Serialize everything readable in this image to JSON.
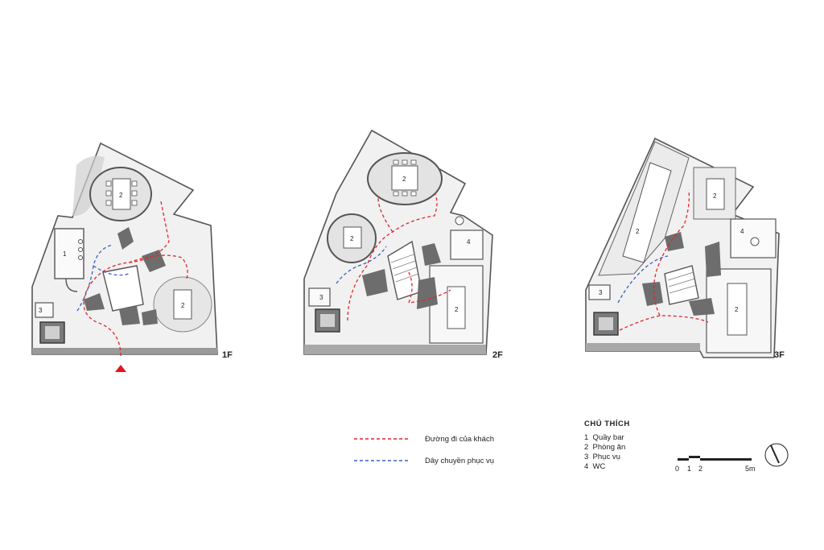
{
  "floors": [
    {
      "label": "1F"
    },
    {
      "label": "2F"
    },
    {
      "label": "3F"
    }
  ],
  "room_numbers": {
    "bar": "1",
    "dining": "2",
    "service": "3",
    "wc": "4"
  },
  "route_legend": {
    "guest_path": "Đường đi của khách",
    "service_line": "Dây chuyền phục vụ",
    "colors": {
      "guest_path": "#e0272b",
      "service_line": "#3b5fc0"
    }
  },
  "key": {
    "title": "CHÚ THÍCH",
    "items": [
      "1  Quầy bar",
      "2  Phòng ăn",
      "3  Phục vụ",
      "4  WC"
    ]
  },
  "scale_bar": {
    "ticks": [
      "0",
      "1",
      "2",
      "5m"
    ]
  },
  "icons": {
    "entrance": "entrance-arrow-icon",
    "north": "north-arrow-icon"
  },
  "colors": {
    "wall": "#555555",
    "floor_fill": "#f1f1f1",
    "terrain": "#cfcfcf",
    "rock": "#6d6d6d",
    "entrance": "#e3141b"
  }
}
